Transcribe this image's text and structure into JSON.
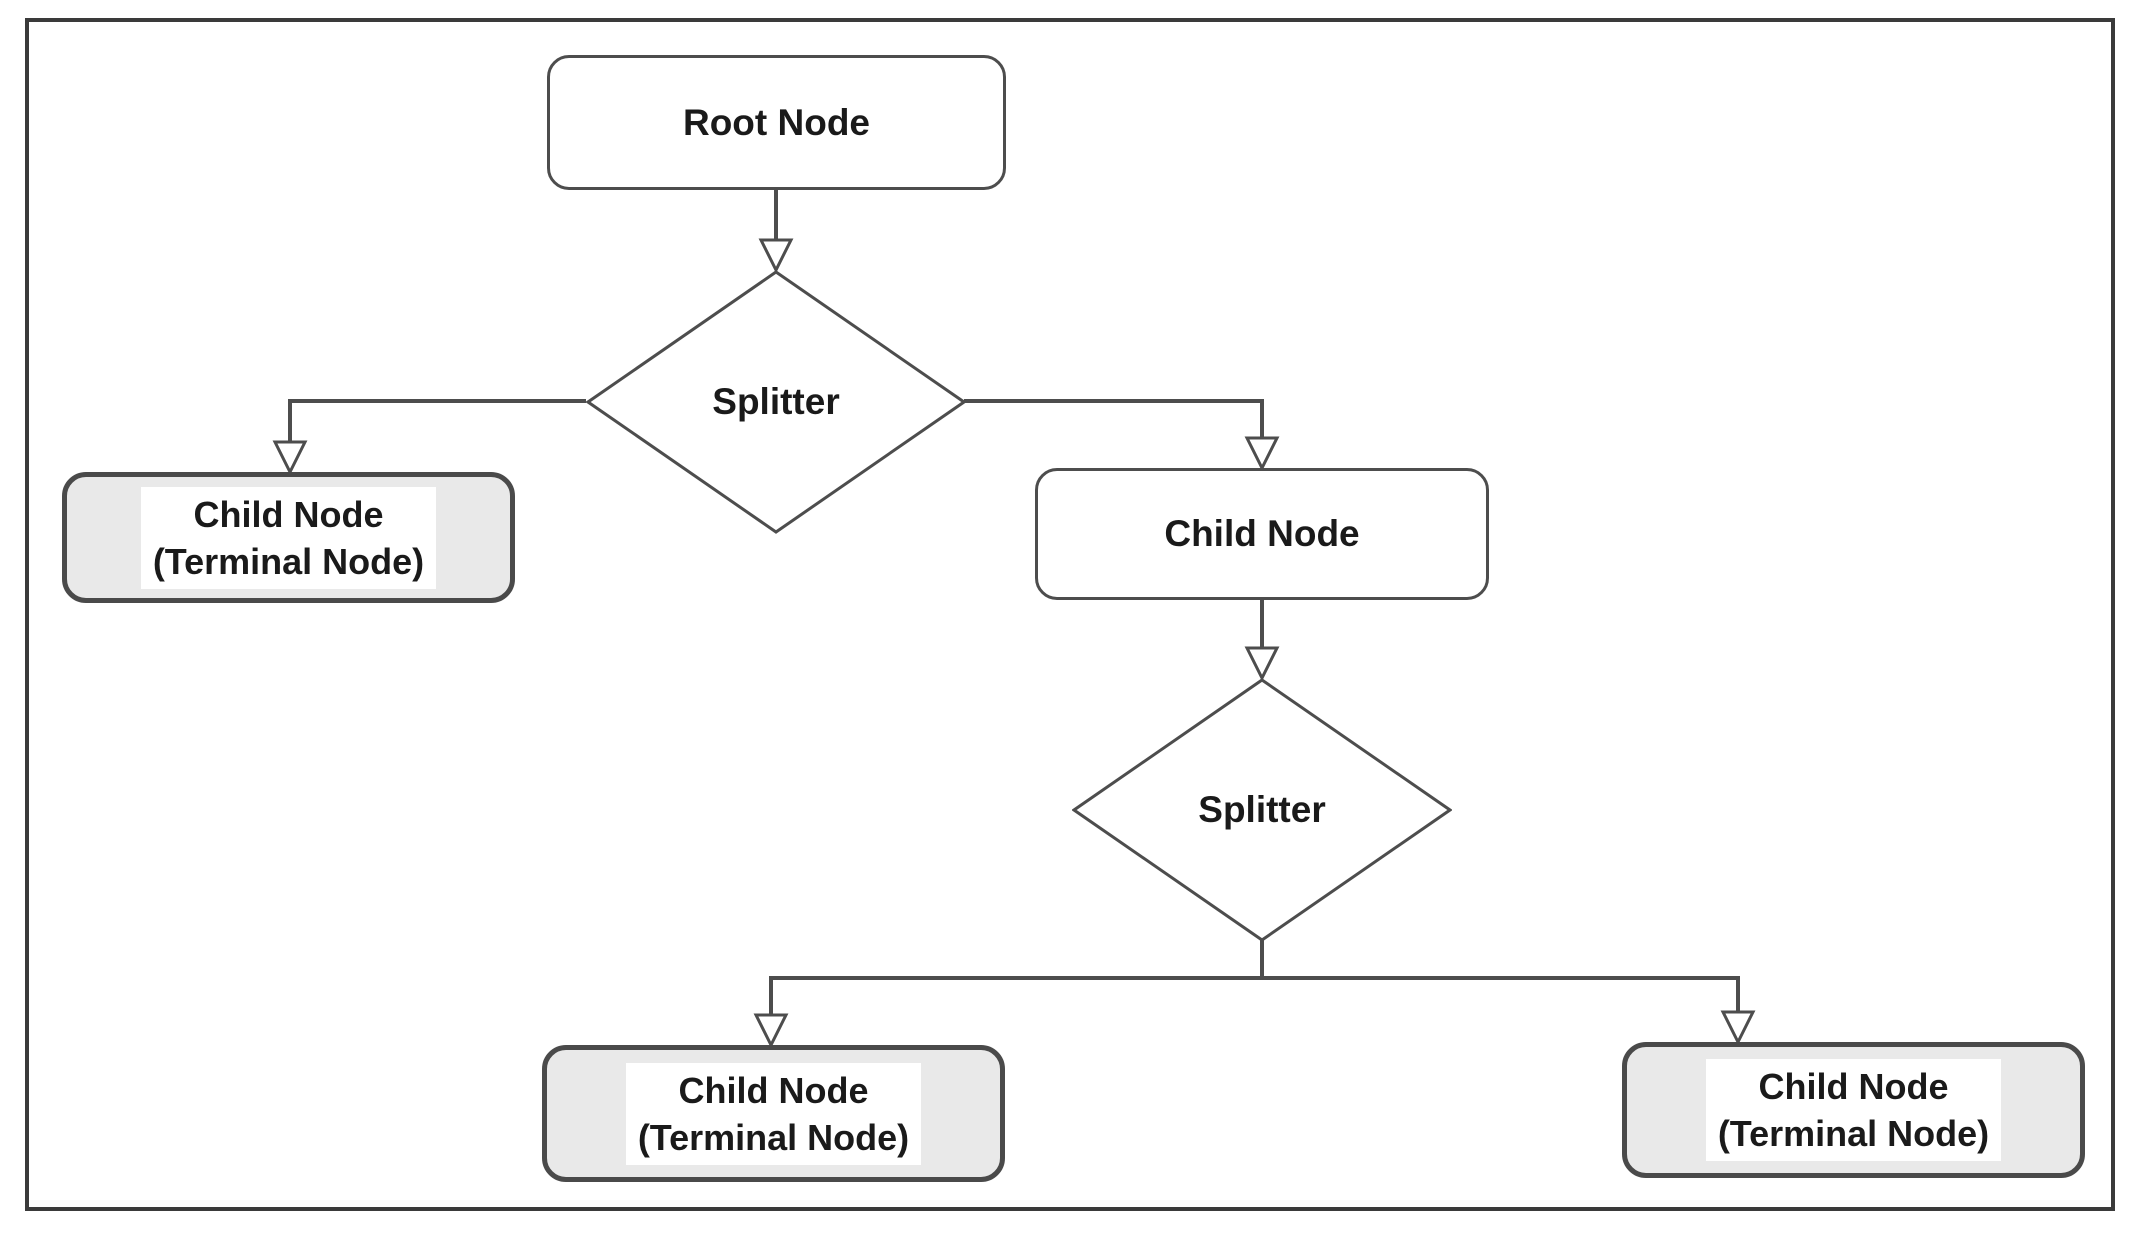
{
  "diagram": {
    "kind": "decision-tree-flowchart",
    "nodes": {
      "root": {
        "label": "Root Node",
        "shape": "rounded-rect",
        "fill": "#ffffff"
      },
      "splitter1": {
        "label": "Splitter",
        "shape": "diamond",
        "fill": "#ffffff"
      },
      "terminal_top_left": {
        "line1": "Child Node",
        "line2": "(Terminal Node)",
        "shape": "rounded-rect",
        "fill": "#e9e9e9"
      },
      "child_right": {
        "label": "Child Node",
        "shape": "rounded-rect",
        "fill": "#ffffff"
      },
      "splitter2": {
        "label": "Splitter",
        "shape": "diamond",
        "fill": "#ffffff"
      },
      "terminal_bottom_left": {
        "line1": "Child Node",
        "line2": "(Terminal Node)",
        "shape": "rounded-rect",
        "fill": "#e9e9e9"
      },
      "terminal_bottom_right": {
        "line1": "Child Node",
        "line2": "(Terminal Node)",
        "shape": "rounded-rect",
        "fill": "#e9e9e9"
      }
    },
    "edges": [
      {
        "from": "root",
        "to": "splitter1"
      },
      {
        "from": "splitter1",
        "to": "terminal_top_left"
      },
      {
        "from": "splitter1",
        "to": "child_right"
      },
      {
        "from": "child_right",
        "to": "splitter2"
      },
      {
        "from": "splitter2",
        "to": "terminal_bottom_left"
      },
      {
        "from": "splitter2",
        "to": "terminal_bottom_right"
      }
    ],
    "colors": {
      "background": "#ffffff",
      "frame_border": "#3a3a3a",
      "connector_line": "#4d4d4d",
      "node_border": "#4d4d4d",
      "terminal_border": "#4a4a4a",
      "terminal_fill": "#e9e9e9",
      "node_fill": "#ffffff",
      "text": "#1a1a1a",
      "label_background": "#ffffff"
    }
  }
}
